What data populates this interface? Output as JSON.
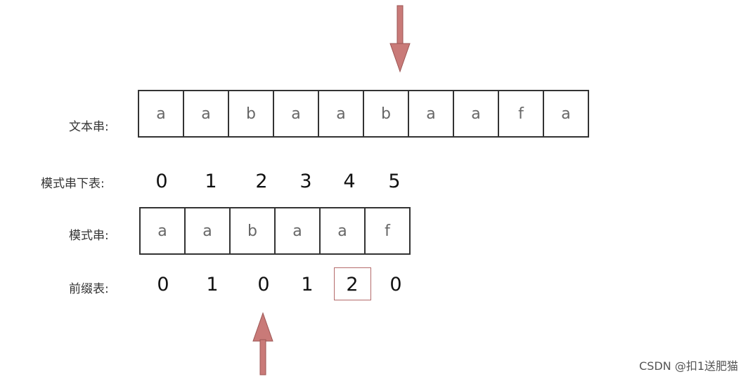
{
  "labels": {
    "text": "文本串:",
    "pattern_index": "模式串下表:",
    "pattern": "模式串:",
    "prefix_table": "前缀表:"
  },
  "text_chars": [
    "a",
    "a",
    "b",
    "a",
    "a",
    "b",
    "a",
    "a",
    "f",
    "a"
  ],
  "pattern_indices": [
    "0",
    "1",
    "2",
    "3",
    "4",
    "5"
  ],
  "pattern_chars": [
    "a",
    "a",
    "b",
    "a",
    "a",
    "f"
  ],
  "prefix_values": [
    "0",
    "1",
    "0",
    "1",
    "2",
    "0"
  ],
  "highlighted_prefix_index": 4,
  "arrow_color": "#c97a78",
  "watermark": "CSDN @扣1送肥猫"
}
